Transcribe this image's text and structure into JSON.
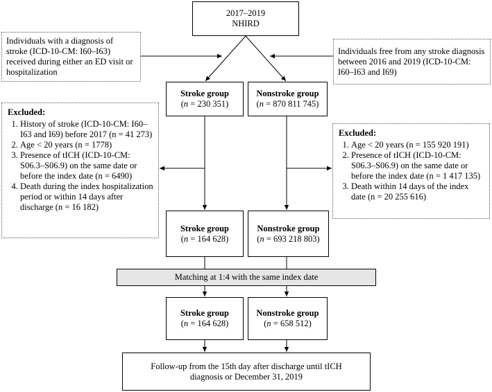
{
  "source": {
    "line1": "2017–2019",
    "line2": "NHIRD"
  },
  "inclusion_stroke": "Individuals with a diagnosis of stroke (ICD-10-CM: I60–I63) received during either an ED visit or hospitalization",
  "inclusion_nonstroke": "Individuals free from any stroke diagnosis between 2016 and 2019 (ICD-10-CM: I60–I63 and I69)",
  "stroke_group_label": "Stroke group",
  "nonstroke_group_label": "Nonstroke group",
  "n_prefix": "n",
  "level1": {
    "stroke_n": " = 230 351)",
    "nonstroke_n": " = 870 811 745)"
  },
  "excluded_stroke": {
    "title": "Excluded:",
    "items": [
      "History of stroke (ICD-10-CM: I60–I63 and I69) before 2017 (n = 41 273)",
      "Age < 20 years (n = 1778)",
      "Presence of tICH (ICD-10-CM: S06.3–S06.9) on the same date or before the index date (n = 6490)",
      "Death during the index hospitalization period or within 14 days after discharge (n = 16 182)"
    ]
  },
  "excluded_nonstroke": {
    "title": "Excluded:",
    "items": [
      "Age < 20 years (n = 155 920 191)",
      "Presence of tICH (ICD-10-CM: S06.3–S06.9) on the same date or before the index date (n = 1 417 135)",
      "Death within 14 days of the index date (n = 20 255 616)"
    ]
  },
  "level2": {
    "stroke_n": " = 164 628)",
    "nonstroke_n": " = 693 218 803)"
  },
  "matching": "Matching at 1:4 with the same index date",
  "level3": {
    "stroke_n": " = 164 628)",
    "nonstroke_n": " = 658 512)"
  },
  "followup": "Follow-up from the 15th day after discharge until tICH diagnosis or December 31, 2019"
}
